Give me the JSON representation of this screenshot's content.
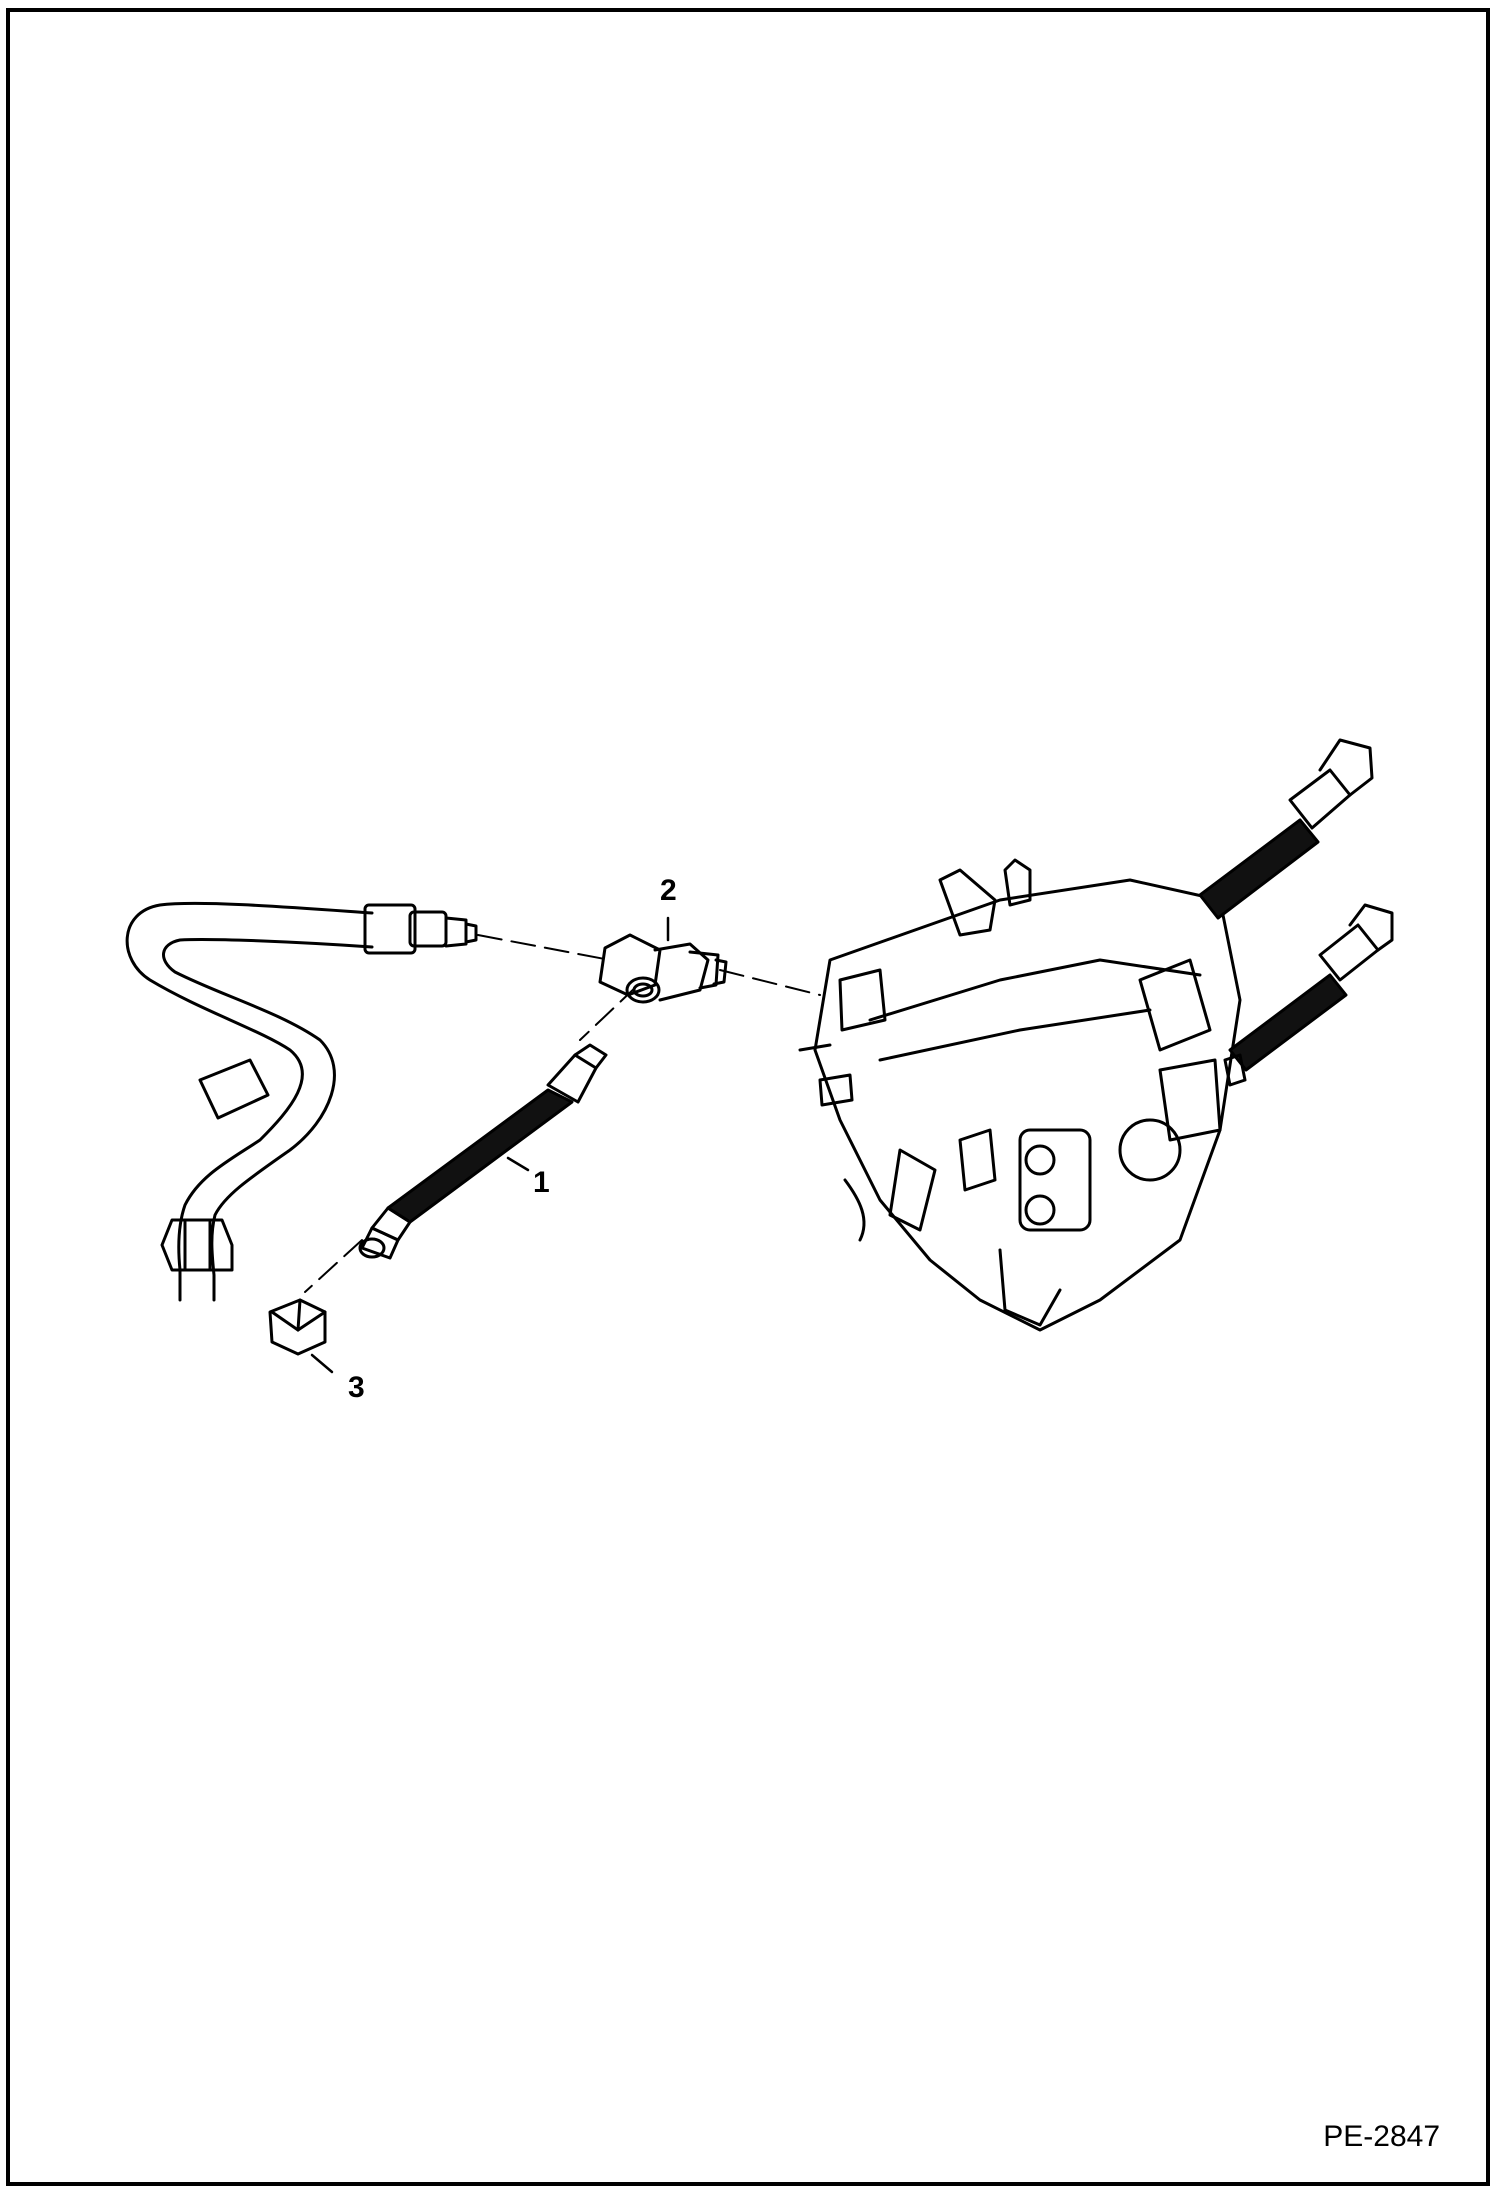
{
  "diagram": {
    "drawing_id": "PE-2847",
    "callouts": [
      {
        "id": "1",
        "label": "1"
      },
      {
        "id": "2",
        "label": "2"
      },
      {
        "id": "3",
        "label": "3"
      }
    ],
    "colors": {
      "line": "#000000",
      "background": "#ffffff"
    }
  }
}
